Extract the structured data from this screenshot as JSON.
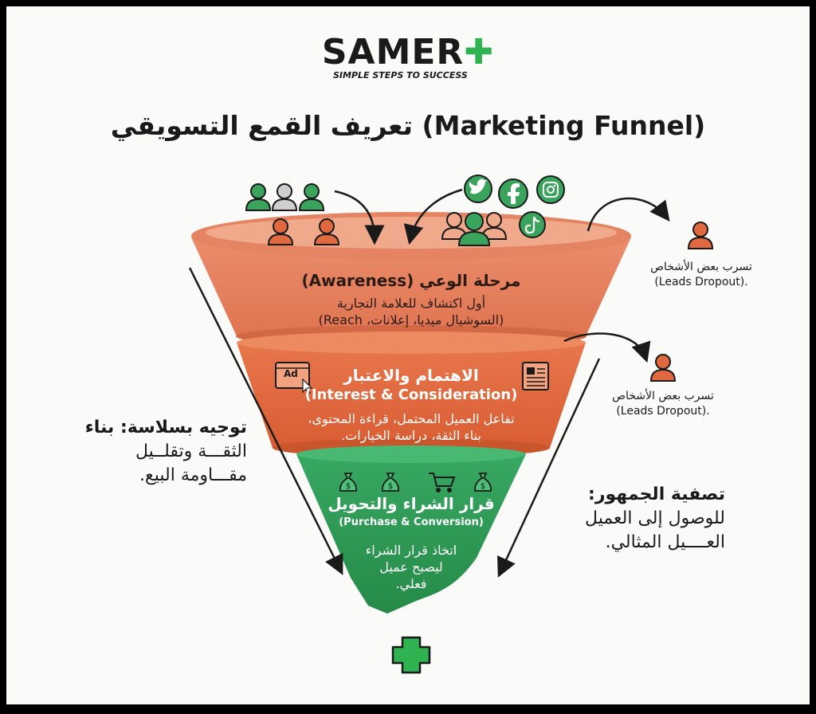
{
  "brand": {
    "name": "SAMER",
    "tagline": "SIMPLE STEPS TO SUCCESS"
  },
  "title": "تعريف القمع التسويقي (Marketing Funnel)",
  "stages": [
    {
      "title": "مرحلة الوعي (Awareness)",
      "lines": [
        "أول اكتشاف للعلامة التجارية",
        "(السوشيال ميديا، إعلانات، Reach)"
      ]
    },
    {
      "title": "الاهتمام والاعتبار",
      "subtitle": "(Interest & Consideration)",
      "lines": [
        "تفاعل العميل المحتمل، قراءة المحتوى،",
        "بناء الثقة، دراسة الخيارات."
      ]
    },
    {
      "title": "قرار الشراء والتحويل",
      "subtitle": "(Purchase & Conversion)",
      "lines": [
        "اتخاذ قرار الشراء",
        "ليصبح عميل",
        "فعلي."
      ]
    }
  ],
  "dropouts": [
    {
      "lines": [
        "تسرب بعض الأشخاص",
        "(Leads Dropout)."
      ]
    },
    {
      "lines": [
        "تسرب بعض الأشخاص",
        "(Leads Dropout)."
      ]
    }
  ],
  "left_note": {
    "lines": [
      "توجيه بسلاسة: بناء",
      "الثقـــة وتقلــيل",
      "مقـــاومة البيع."
    ]
  },
  "right_note": {
    "lines": [
      "تصفية الجمهور:",
      "للوصول إلى العميل",
      "العــــيل المثالي."
    ]
  },
  "ad_label": "Ad",
  "icons": [
    "twitter-icon",
    "facebook-icon",
    "instagram-icon",
    "tiktok-icon",
    "money-bag-icon",
    "shopping-cart-icon",
    "newspaper-icon",
    "ad-click-icon",
    "person-icon",
    "plus-icon"
  ],
  "colors": {
    "awareness": "#e37a57",
    "interest": "#e06a40",
    "purchase": "#2f9b55",
    "person_green": "#3aa35c",
    "person_orange": "#e0693f",
    "person_grey": "#c9c9c9"
  }
}
